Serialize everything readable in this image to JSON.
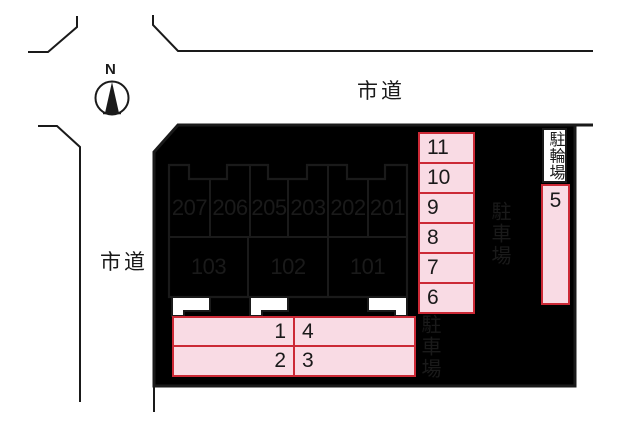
{
  "colors": {
    "bg": "#ffffff",
    "line": "#1a1a1a",
    "text": "#1a1a1a",
    "parcel_fill": "#efefef",
    "building_fill": "#f9f4d3",
    "pink": "#f9dbe4",
    "red": "#cc2936"
  },
  "compass": {
    "north_label": "N"
  },
  "roads": {
    "top_label": "市道",
    "left_label": "市道"
  },
  "areas": {
    "parking_right_label": "駐車場",
    "parking_bottom_label": "駐車場",
    "bicycle_label": "駐輪場"
  },
  "building": {
    "floor2_units": [
      "207",
      "206",
      "205",
      "203",
      "202",
      "201"
    ],
    "floor1_units": [
      "103",
      "102",
      "101"
    ]
  },
  "parking": {
    "right_spaces": [
      "11",
      "10",
      "9",
      "8",
      "7",
      "6"
    ],
    "bicycle_space": "5",
    "bottom_rows": [
      [
        "1",
        "4"
      ],
      [
        "2",
        "3"
      ]
    ]
  }
}
